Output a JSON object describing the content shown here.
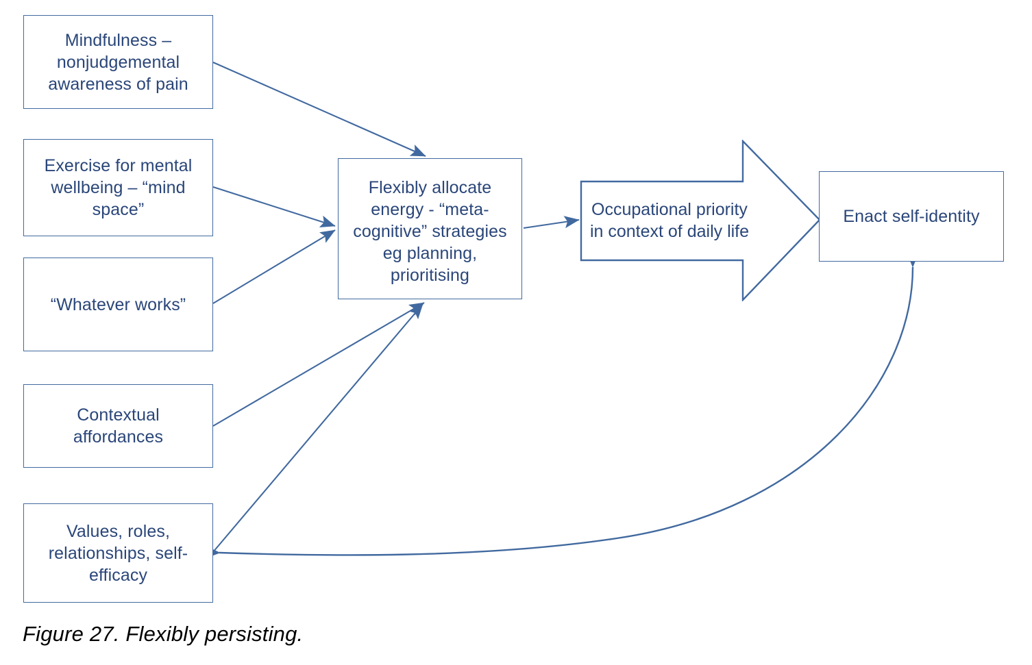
{
  "figure": {
    "caption": "Figure 27. Flexibly persisting.",
    "colors": {
      "box_border": "#41699F",
      "box_fill": "#FFFFFF",
      "text": "#2A4679",
      "edge": "#41699F",
      "caption_text": "#000000",
      "background": "#FFFFFF"
    }
  },
  "nodes": {
    "mindfulness": {
      "label": "Mindfulness –\nnonjudgemental\nawareness of pain"
    },
    "exercise": {
      "label": "Exercise for mental\nwellbeing – “mind\nspace”"
    },
    "whatever": {
      "label": "“Whatever works”"
    },
    "contextual": {
      "label": "Contextual\naffordances"
    },
    "values": {
      "label": "Values, roles,\nrelationships, self-\nefficacy"
    },
    "flexibly": {
      "label": "Flexibly allocate\nenergy - “meta-\ncognitive” strategies\neg planning,\nprioritising"
    },
    "occupational": {
      "label": "Occupational priority\nin context of daily life",
      "shape": "block-arrow-right"
    },
    "enact": {
      "label": "Enact self-identity"
    }
  },
  "edges": [
    {
      "from": "mindfulness",
      "to": "flexibly",
      "style": "straight",
      "heads": "end"
    },
    {
      "from": "exercise",
      "to": "flexibly",
      "style": "straight",
      "heads": "end"
    },
    {
      "from": "whatever",
      "to": "flexibly",
      "style": "straight",
      "heads": "end"
    },
    {
      "from": "contextual",
      "to": "flexibly",
      "style": "straight",
      "heads": "end"
    },
    {
      "from": "values",
      "to": "flexibly",
      "style": "straight",
      "heads": "end"
    },
    {
      "from": "flexibly",
      "to": "occupational",
      "style": "straight",
      "heads": "end"
    },
    {
      "from": "enact",
      "to": "values",
      "style": "curved",
      "heads": "both"
    }
  ]
}
